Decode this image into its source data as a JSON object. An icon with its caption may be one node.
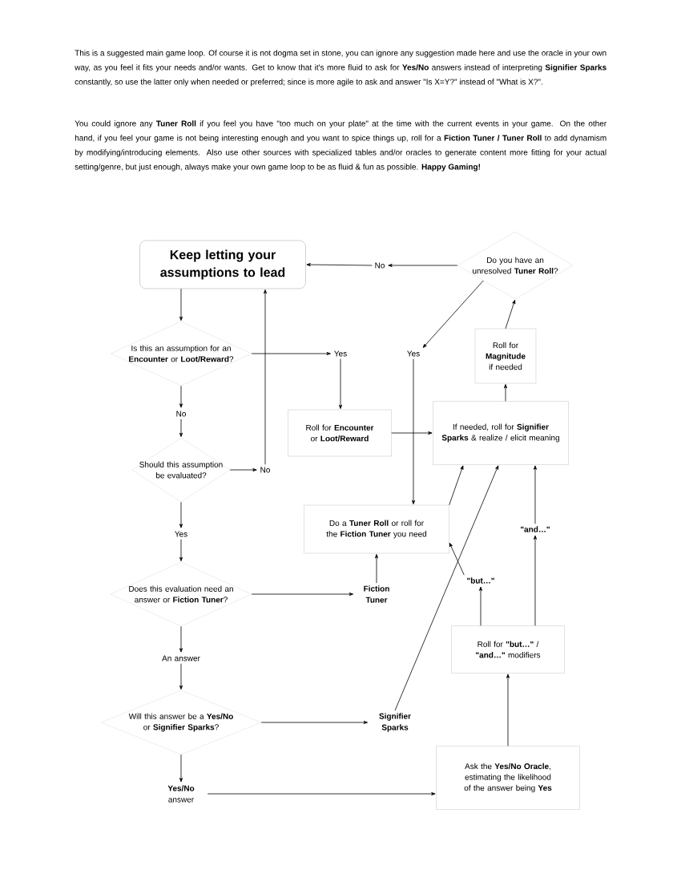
{
  "diagram": {
    "nodes": [
      {
        "text": [
          "Keep letting your assumptions to lead"
        ]
      },
      {
        "text": [
          "Do you have an unresolved **Tuner Roll**?"
        ]
      },
      {
        "text": [
          "No"
        ]
      },
      {
        "text": [
          "Is this an assumption for an **Encounter** or **Loot/Reward**?"
        ]
      },
      {
        "text": [
          "Yes"
        ]
      },
      {
        "text": [
          "Yes"
        ]
      },
      {
        "text": [
          "Roll for **Magnitude** if needed"
        ]
      },
      {
        "text": [
          "No"
        ]
      },
      {
        "text": [
          "Roll for **Encounter** or **Loot/Reward**"
        ]
      },
      {
        "text": [
          "If needed, roll for **Signifier Sparks** & realize / elicit meaning"
        ]
      },
      {
        "text": [
          "Should this assumption be evaluated?"
        ]
      },
      {
        "text": [
          "No"
        ]
      },
      {
        "text": [
          "Do a **Tuner Roll** or roll for the **Fiction Tuner** you need"
        ]
      },
      {
        "text": [
          "\"and…\""
        ]
      },
      {
        "text": [
          "Yes"
        ]
      },
      {
        "text": [
          "\"but…\""
        ]
      },
      {
        "text": [
          "Does this evaluation need an answer or **Fiction Tuner**?"
        ]
      },
      {
        "text": [
          "Fiction Tuner"
        ]
      },
      {
        "text": [
          "Roll for **\"but…\"** / **\"and…\"** modifiers"
        ]
      },
      {
        "text": [
          "An answer"
        ]
      },
      {
        "text": [
          "Will this answer be a **Yes/No** or **Signifier Sparks**?"
        ]
      },
      {
        "text": [
          "Signifier Sparks"
        ]
      },
      {
        "text": [
          "Ask the **Yes/No Oracle**, estimating the likelihood of the answer being **Yes**"
        ]
      },
      {
        "text": [
          "**Yes/No** answer"
        ]
      }
    ],
    "edges": [
      {
        "from": 0,
        "to": 3,
        "arrow": "to"
      },
      {
        "from": 3,
        "to": 4,
        "arrow": "to"
      },
      {
        "from": 4,
        "to": 8,
        "arrow": "to"
      },
      {
        "from": 8,
        "to": 9,
        "arrow": "to"
      },
      {
        "from": 3,
        "to": 7,
        "arrow": "to"
      },
      {
        "from": 7,
        "to": 10,
        "arrow": "to"
      },
      {
        "from": 10,
        "to": 11,
        "arrow": "to"
      },
      {
        "from": 11,
        "to": 0,
        "arrow": "to"
      },
      {
        "from": 10,
        "to": 14,
        "arrow": "to"
      },
      {
        "from": 14,
        "to": 16,
        "arrow": "to"
      },
      {
        "from": 16,
        "to": 17,
        "arrow": "to"
      },
      {
        "from": 17,
        "to": 12,
        "arrow": "to"
      },
      {
        "from": 16,
        "to": 19,
        "arrow": "to"
      },
      {
        "from": 19,
        "to": 20,
        "arrow": "to"
      },
      {
        "from": 20,
        "to": 21,
        "arrow": "to"
      },
      {
        "from": 20,
        "to": 23,
        "arrow": "to"
      },
      {
        "from": 23,
        "to": 22,
        "arrow": "to"
      },
      {
        "from": 22,
        "to": 18,
        "arrow": "to"
      },
      {
        "from": 18,
        "to": 15,
        "arrow": "to"
      },
      {
        "from": 18,
        "to": 13,
        "arrow": "to"
      },
      {
        "from": 15,
        "to": 12,
        "arrow": "to"
      },
      {
        "from": 13,
        "to": 9,
        "arrow": "to"
      },
      {
        "from": 12,
        "to": 9,
        "arrow": "to"
      },
      {
        "from": 21,
        "to": 9,
        "arrow": "to"
      },
      {
        "from": 9,
        "to": 6,
        "arrow": "to"
      },
      {
        "from": 6,
        "to": 1,
        "arrow": "to"
      },
      {
        "from": 1,
        "to": 2,
        "arrow": "to"
      },
      {
        "from": 2,
        "to": 0,
        "arrow": "to"
      },
      {
        "from": 1,
        "to": 5,
        "arrow": "to"
      },
      {
        "from": 5,
        "to": 12,
        "arrow": "to"
      }
    ],
    "labels": [
      "This is a suggested main game loop. Of course it is not dogma set in stone, you can ignore any suggestion made here and use the oracle in your own way, as you feel it fits your needs and/or wants. Get to know that it's more fluid to ask for **Yes/No** answers instead of interpreting **Signifier Sparks** constantly, so use the latter only when needed or preferred; since is more agile to ask and answer \"Is X=Y?\" instead of \"What is X?\".",
      "You could ignore any **Tuner Roll** if you feel you have \"too much on your plate\" at the time with the current events in your game. On the other hand, if you feel your game is not being interesting enough and you want to spice things up, roll for a **Fiction Tuner / Tuner Roll** to add dynamism by modifying/introducing elements. Also use other sources with specialized tables and/or oracles to generate content more fitting for your actual setting/genre, but just enough, always make your own game loop to be as fluid & fun as possible. **Happy Gaming!**"
    ]
  }
}
